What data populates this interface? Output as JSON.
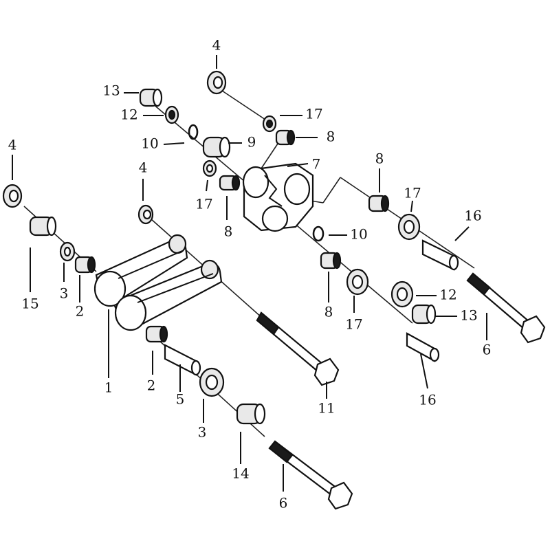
{
  "callouts": [
    {
      "id": "c4a",
      "text": "4"
    },
    {
      "id": "c13a",
      "text": "13"
    },
    {
      "id": "c12a",
      "text": "12"
    },
    {
      "id": "c10a",
      "text": "10"
    },
    {
      "id": "c9",
      "text": "9"
    },
    {
      "id": "c17a",
      "text": "17"
    },
    {
      "id": "c8a",
      "text": "8"
    },
    {
      "id": "c7",
      "text": "7"
    },
    {
      "id": "c4b",
      "text": "4"
    },
    {
      "id": "c4c",
      "text": "4"
    },
    {
      "id": "c17b",
      "text": "17"
    },
    {
      "id": "c8b",
      "text": "8"
    },
    {
      "id": "c8c",
      "text": "8"
    },
    {
      "id": "c17c",
      "text": "17"
    },
    {
      "id": "c16a",
      "text": "16"
    },
    {
      "id": "c10b",
      "text": "10"
    },
    {
      "id": "c15",
      "text": "15"
    },
    {
      "id": "c3a",
      "text": "3"
    },
    {
      "id": "c2a",
      "text": "2"
    },
    {
      "id": "c1",
      "text": "1"
    },
    {
      "id": "c8d",
      "text": "8"
    },
    {
      "id": "c17d",
      "text": "17"
    },
    {
      "id": "c12b",
      "text": "12"
    },
    {
      "id": "c13b",
      "text": "13"
    },
    {
      "id": "c6a",
      "text": "6"
    },
    {
      "id": "c2b",
      "text": "2"
    },
    {
      "id": "c5",
      "text": "5"
    },
    {
      "id": "c3b",
      "text": "3"
    },
    {
      "id": "c11",
      "text": "11"
    },
    {
      "id": "c16b",
      "text": "16"
    },
    {
      "id": "c14",
      "text": "14"
    },
    {
      "id": "c6b",
      "text": "6"
    }
  ]
}
